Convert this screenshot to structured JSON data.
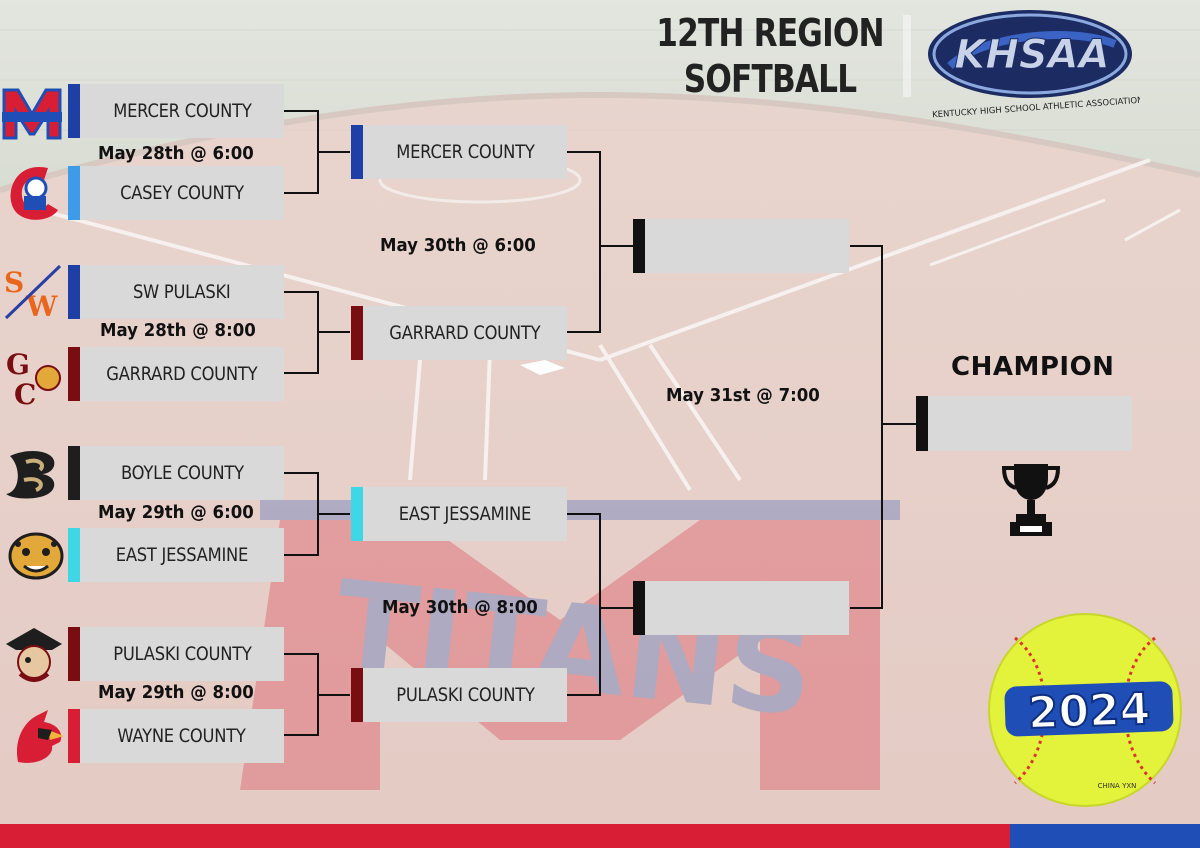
{
  "header": {
    "title_line1": "12TH REGION",
    "title_line2": "SOFTBALL",
    "logo_text": "KHSAA",
    "logo_subtext": "KENTUCKY HIGH SCHOOL ATHLETIC ASSOCIATION"
  },
  "round1": [
    {
      "team": "MERCER COUNTY",
      "color": "#1d3fa6",
      "logo": "mercer-titans-logo"
    },
    {
      "team": "CASEY COUNTY",
      "color": "#3d9be9",
      "logo": "casey-rebel-logo"
    },
    {
      "team": "SW PULASKI",
      "color": "#1d3fa6",
      "logo": "sw-pulaski-logo"
    },
    {
      "team": "GARRARD COUNTY",
      "color": "#7a0d12",
      "logo": "garrard-gc-logo"
    },
    {
      "team": "BOYLE COUNTY",
      "color": "#1e1e1e",
      "logo": "boyle-b-logo"
    },
    {
      "team": "EAST JESSAMINE",
      "color": "#3fd6e6",
      "logo": "jaguar-logo"
    },
    {
      "team": "PULASKI COUNTY",
      "color": "#7a0d12",
      "logo": "pirate-logo"
    },
    {
      "team": "WAYNE COUNTY",
      "color": "#d81e35",
      "logo": "cardinal-logo"
    }
  ],
  "round1_dates": [
    "May 28th @ 6:00",
    "May 28th @ 8:00",
    "May 29th @ 6:00",
    "May 29th @ 8:00"
  ],
  "round2": [
    {
      "team": "MERCER COUNTY",
      "color": "#1d3fa6"
    },
    {
      "team": "GARRARD COUNTY",
      "color": "#7a0d12"
    },
    {
      "team": "EAST JESSAMINE",
      "color": "#3fd6e6"
    },
    {
      "team": "PULASKI COUNTY",
      "color": "#7a0d12"
    }
  ],
  "round2_dates": [
    "May 30th @ 6:00",
    "May 30th @ 8:00"
  ],
  "final_date": "May 31st @ 7:00",
  "champion_label": "CHAMPION",
  "year_badge": "2024",
  "ball_text": "CHINA YXN",
  "colors": {
    "accent_red": "#d81e35",
    "accent_blue": "#1f4fb6",
    "box_gray": "#d9d9d9"
  }
}
